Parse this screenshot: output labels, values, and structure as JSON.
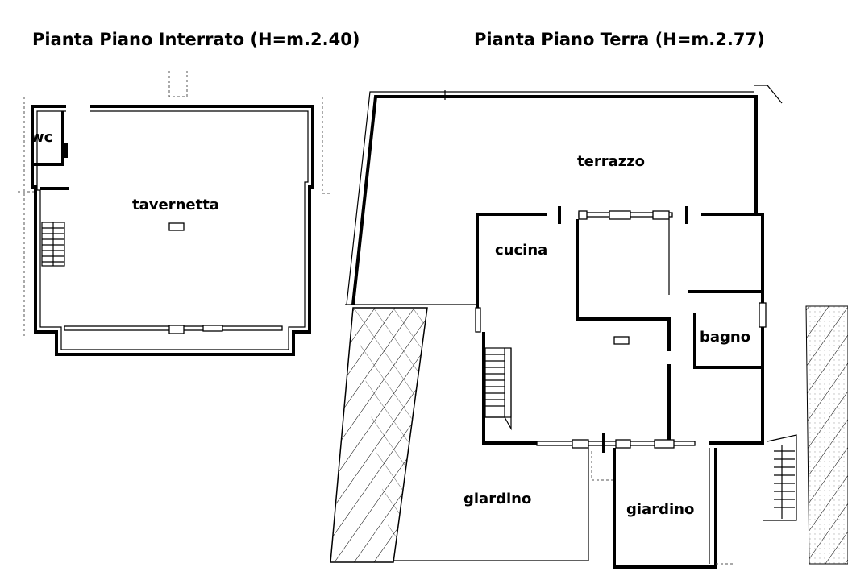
{
  "titles": {
    "basement": "Pianta Piano Interrato (H=m.2.40)",
    "ground": "Pianta Piano Terra (H=m.2.77)"
  },
  "rooms": {
    "wc": "wc",
    "tavernetta": "tavernetta",
    "terrazzo": "terrazzo",
    "cucina": "cucina",
    "bagno": "bagno",
    "giardino_left": "giardino",
    "giardino_right": "giardino"
  }
}
